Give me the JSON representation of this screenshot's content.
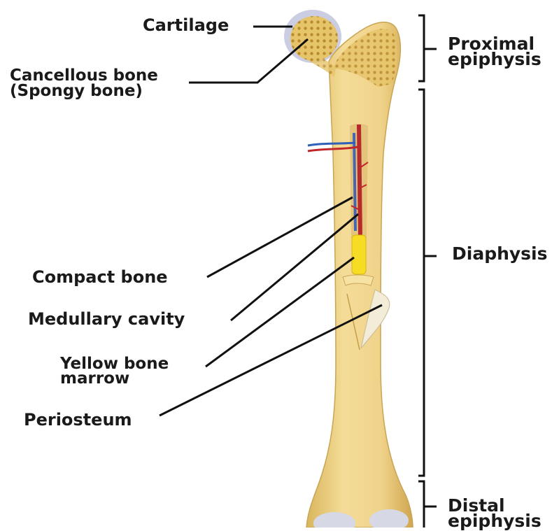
{
  "colors": {
    "bone": "#f1d58c",
    "bone_shadow": "#d9b25c",
    "spongy": "#dcb24f",
    "marrow": "#f7dc24",
    "cartilage": "#c8cbe0",
    "artery": "#c0262a",
    "vein": "#2f5fb8",
    "line": "#111111"
  },
  "labels": {
    "cartilage": "Cartilage",
    "cancellous_line1": "Cancellous bone",
    "cancellous_line2": "(Spongy bone)",
    "compact_bone": "Compact bone",
    "medullary_cavity": "Medullary cavity",
    "yellow_marrow_line1": "Yellow bone",
    "yellow_marrow_line2": "marrow",
    "periosteum": "Periosteum",
    "proximal_line1": "Proximal",
    "proximal_line2": "epiphysis",
    "diaphysis": "Diaphysis",
    "distal_line1": "Distal",
    "distal_line2": "epiphysis"
  }
}
